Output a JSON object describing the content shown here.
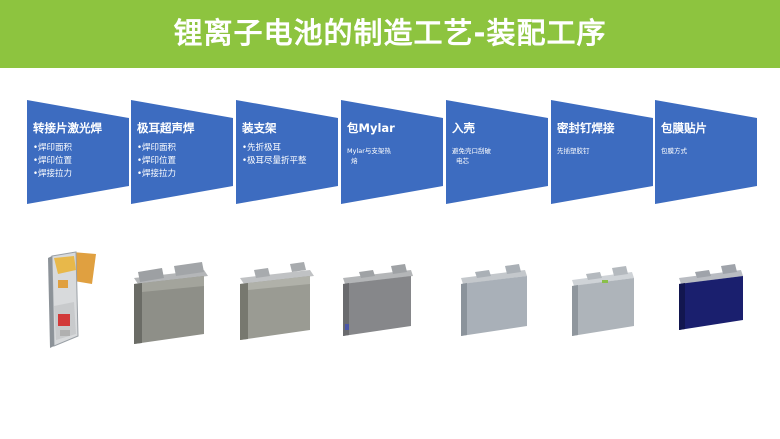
{
  "header": {
    "title": "锂离子电池的制造工艺-装配工序"
  },
  "colors": {
    "header_bg": "#8dc43f",
    "step_bg": "#3d6cc0"
  },
  "steps": [
    {
      "title": "转接片激光焊",
      "items": [
        "•焊印面积",
        "•焊印位置",
        "•焊接拉力"
      ]
    },
    {
      "title": "极耳超声焊",
      "items": [
        "•焊印面积",
        "•焊印位置",
        "•焊接拉力"
      ]
    },
    {
      "title": "装支架",
      "items": [
        "•先折极耳",
        "•极耳尽量折平整"
      ]
    },
    {
      "title": "包Mylar",
      "items": [
        "Mylar与支架热",
        "熔"
      ]
    },
    {
      "title": "入壳",
      "items": [
        "避免壳口刮破",
        "电芯"
      ]
    },
    {
      "title": "密封钉焊接",
      "items": [
        "先插塑胶钉"
      ]
    },
    {
      "title": "包膜贴片",
      "items": [
        "包膜方式"
      ]
    }
  ]
}
